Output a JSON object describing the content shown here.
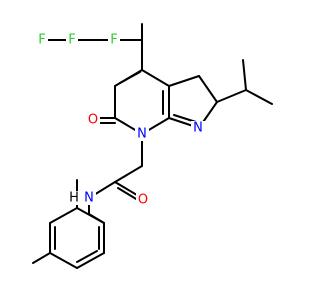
{
  "molecule": {
    "colors": {
      "bond": "#000000",
      "carbon": "#000000",
      "nitrogen": "#0000ff",
      "oxygen": "#ff0000",
      "fluorine": "#33cc33",
      "hydrogen": "#000000"
    },
    "atom_labels": {
      "F1": "F",
      "F2": "F",
      "F3": "F",
      "C_cf3": "C",
      "N_ring_pyrazole": "N",
      "N_ring_fused": "N",
      "O_ketone": "O",
      "O_amide": "O",
      "NH_amide": "N",
      "H_amide": "H"
    }
  }
}
